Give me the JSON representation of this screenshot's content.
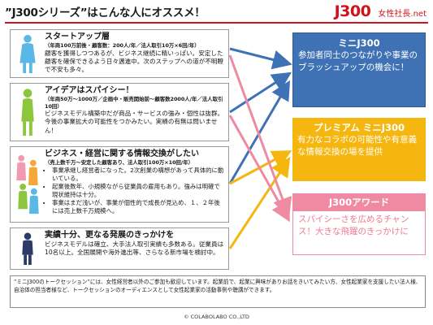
{
  "header": {
    "title": "”J300シリーズ”はこんな人にオススメ！",
    "brand_logo": "J300",
    "brand_sub": "女性社長.net"
  },
  "panels": [
    {
      "title": "スタートアップ層",
      "sub": "（年商100万前後・顧客数：200人/年／法人取引10万×6回/年）",
      "text": "顧客を獲得しつつあるが、ビジネス継続に精いっぱい。安定した顧客を確保できるよう日々邁進中。次のステップへの道が不明瞭で不安も多々。",
      "figure_color": "#5bb8e6",
      "figure_icon": "woman-blue-icon"
    },
    {
      "title": "アイデアはスパイシー！",
      "sub": "（年商50万～1000万／企画中・販売開始前～顧客数2000人/年／法人取引10回）",
      "text": "ビジネスモデル構築中だが商品・サービスの強み・個性は抜群。今後の事業拡大の可能性をつかみたい。実績の有無は問いません！",
      "figure_color": "#8cc63f",
      "figure_icon": "woman-green-icon"
    },
    {
      "title": "ビジネス・経営に関する情報交換がしたい",
      "sub": "（売上数千万～安定した顧客あり、法人取引100万×10回/年）",
      "bullets": [
        "事業承継し経営者になった。2次創業の構想があって具体的に動いている。",
        "起業後数年、小規模ながら従業員の雇用もあり。強みは明確で現状維持は十分。",
        "事業はまだ浅いが、事業が個性的で成長が見込め、１、２年後には売上数千万規模へ。"
      ],
      "figure_color": "#f29ab2",
      "figure_icon": "women-group-icon"
    },
    {
      "title": "実績十分、更なる発展のきっかけを",
      "text": "ビジネスモデルは確立、大手法人取引実績も多数ある。従業員は10名以上。全国展開や海外進出等、さらなる新市場を検討中。",
      "figure_color": "#2b3a66",
      "figure_icon": "woman-navy-icon"
    }
  ],
  "boxes": {
    "blue": {
      "title": "ミニJ300",
      "text": "参加者同士のつながりや事業のブラッシュアップの機会に！",
      "color": "#3f72b4"
    },
    "yellow": {
      "title": "プレミアム ミニJ300",
      "text": "有力なコラボの可能性や有意義な情報交換の場を提供",
      "color": "#f5b60f"
    },
    "pink": {
      "title": "J300アワード",
      "text": "スパイシーさを広めるチャンス！大きな飛躍のきっかけに",
      "color": "#ef8aa3"
    }
  },
  "footnote": "”ミニJ300のトークセッション”には、女性経営者以外のご参加も歓迎しています。起業前で、起業に興味がありお話をきいてみたい方、女性起業家を支援したい法人様、自治体の担当者様など、トークセッションのオーディエンスとして女性起業家の活動事例や聴講ができます。",
  "copyright": "© COLABOLABO CO.,LTD"
}
